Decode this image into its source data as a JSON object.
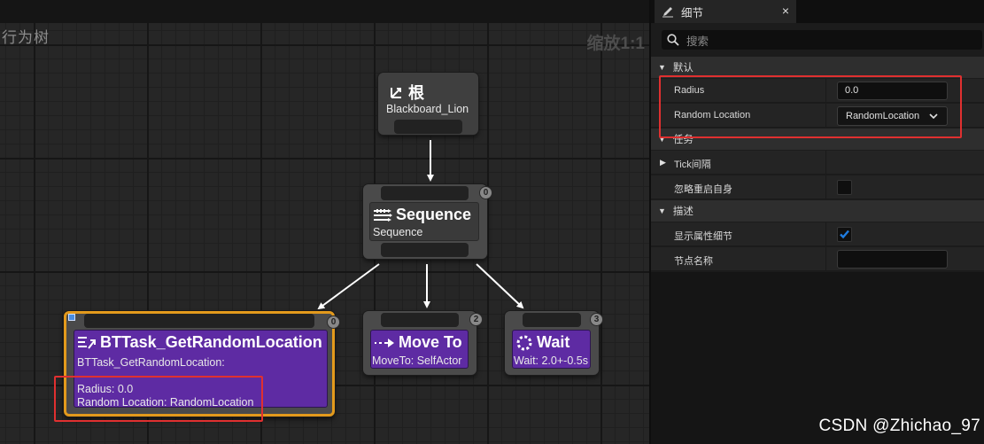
{
  "graph": {
    "title": "行为树",
    "zoom": "缩放1:1",
    "nodes": {
      "root": {
        "title": "根",
        "subtitle": "Blackboard_Lion"
      },
      "sequence": {
        "title": "Sequence",
        "subtitle": "Sequence",
        "index": "0"
      },
      "task": {
        "title": "BTTask_GetRandomLocation",
        "subtitle": "BTTask_GetRandomLocation:",
        "prop_radius": "Radius: 0.0",
        "prop_location": "Random Location: RandomLocation",
        "index": "0"
      },
      "moveto": {
        "title": "Move To",
        "subtitle": "MoveTo: SelfActor",
        "index": "2"
      },
      "wait": {
        "title": "Wait",
        "subtitle": "Wait: 2.0+-0.5s",
        "index": "3"
      }
    }
  },
  "details": {
    "tab_label": "细节",
    "close_glyph": "×",
    "search_placeholder": "搜索",
    "categories": {
      "default": {
        "label": "默认"
      },
      "task": {
        "label": "任务"
      },
      "description": {
        "label": "描述"
      }
    },
    "rows": {
      "radius": {
        "label": "Radius",
        "value": "0.0"
      },
      "random_location": {
        "label": "Random Location",
        "value": "RandomLocation"
      },
      "tick_interval": {
        "label": "Tick间隔"
      },
      "ignore_restart_self": {
        "label": "忽略重启自身",
        "checked": false
      },
      "show_property_details": {
        "label": "显示属性细节",
        "checked": true
      },
      "node_name": {
        "label": "节点名称",
        "value": ""
      }
    }
  },
  "watermark": "CSDN @Zhichao_97",
  "colors": {
    "task_purple": "#5e2ba3",
    "selection_orange": "#e39a1c",
    "highlight_red": "#e03030",
    "check_blue": "#1f7ce0"
  }
}
